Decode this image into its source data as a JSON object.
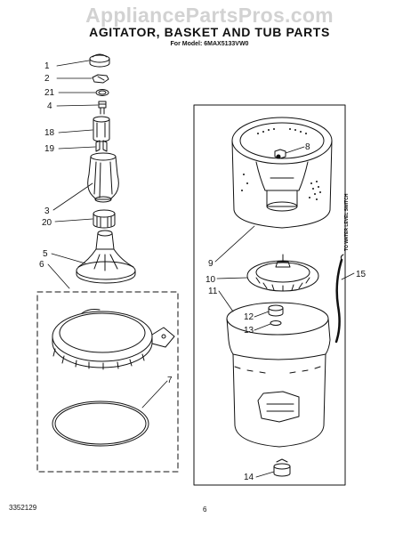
{
  "watermark": "AppliancePartsPros.com",
  "title": "AGITATOR, BASKET AND TUB PARTS",
  "subtitle": "For Model: 6MAX5133VW0",
  "doc_number": "3352129",
  "page_number": "6",
  "side_note": "TO WATER LEVEL SWITCH",
  "callouts": [
    "1",
    "2",
    "21",
    "4",
    "18",
    "19",
    "3",
    "20",
    "5",
    "6",
    "7",
    "8",
    "9",
    "10",
    "11",
    "12",
    "13",
    "14",
    "15"
  ],
  "colors": {
    "ink": "#111111",
    "watermark": "#d2d2d2",
    "background": "#ffffff"
  }
}
